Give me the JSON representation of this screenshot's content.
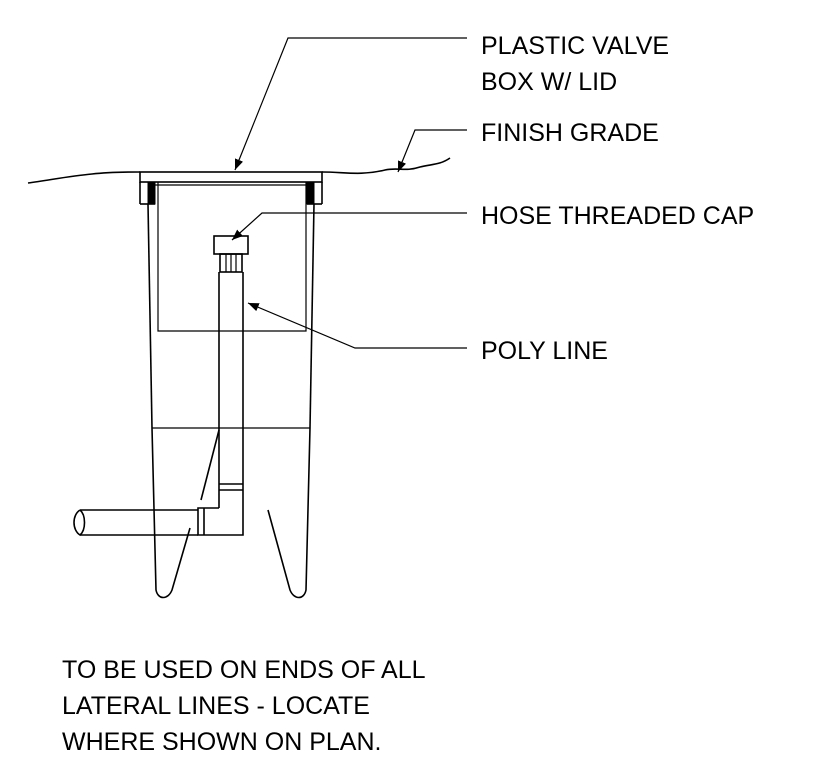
{
  "labels": {
    "valve_box_line1": "PLASTIC VALVE",
    "valve_box_line2": "BOX W/ LID",
    "finish_grade": "FINISH GRADE",
    "hose_cap": "HOSE THREADED CAP",
    "poly_line": "POLY LINE"
  },
  "note": {
    "line1": "TO BE USED ON ENDS OF ALL",
    "line2": "LATERAL LINES - LOCATE",
    "line3": "WHERE SHOWN ON PLAN."
  }
}
